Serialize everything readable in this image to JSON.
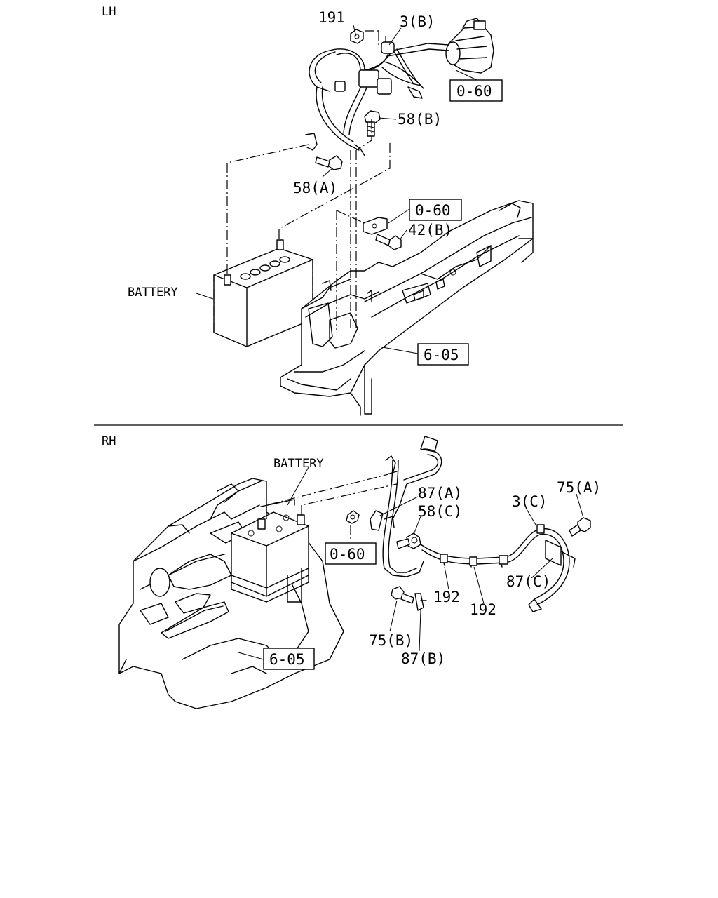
{
  "sections": {
    "lh": "LH",
    "rh": "RH"
  },
  "lh_labels": {
    "p191": "191",
    "p3b": "3(B)",
    "ref_starter": "0-60",
    "p58b": "58(B)",
    "p58a": "58(A)",
    "ref_bracket": "0-60",
    "p42b": "42(B)",
    "battery": "BATTERY",
    "ref_body": "6-05"
  },
  "rh_labels": {
    "battery": "BATTERY",
    "p87a": "87(A)",
    "p58c": "58(C)",
    "p3c": "3(C)",
    "p75a": "75(A)",
    "ref_bracket": "0-60",
    "p87c": "87(C)",
    "p192a": "192",
    "p192b": "192",
    "p75b": "75(B)",
    "p87b": "87(B)",
    "ref_body": "6-05"
  }
}
